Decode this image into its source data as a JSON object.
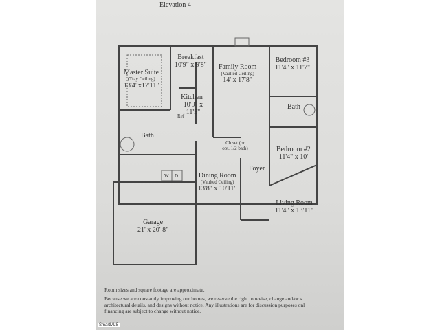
{
  "title": "Elevation 4",
  "rooms": [
    {
      "name": "Master Suite",
      "detail": "(Tray Ceiling)",
      "size": "13'4\"x17'11\""
    },
    {
      "name": "Breakfast",
      "size": "10'9\" x 9'8\""
    },
    {
      "name": "Family Room",
      "detail": "(Vaulted Ceiling)",
      "size": "14' x 17'8\""
    },
    {
      "name": "Bedroom #3",
      "size": "11'4\" x 11'7\""
    },
    {
      "name": "Kitchen",
      "size": "10'9\" x 11'5\""
    },
    {
      "name": "Bath"
    },
    {
      "name": "Bath"
    },
    {
      "name": "Bedroom #2",
      "size": "11'4\" x 10'"
    },
    {
      "name": "Closet (or opt. 1/2 bath)"
    },
    {
      "name": "Foyer"
    },
    {
      "name": "Dining Room",
      "detail": "(Vaulted Ceiling)",
      "size": "13'8\" x 10'11\""
    },
    {
      "name": "Living Room",
      "size": "11'4\" x 13'11\""
    },
    {
      "name": "Garage",
      "size": "21' x 20' 8\""
    }
  ],
  "appliances": {
    "washer": "W",
    "dryer": "D",
    "ref": "Ref"
  },
  "notes": [
    "Room sizes and square footage are approximate.",
    "Because we are constantly improving our homes, we reserve the right to revise, change and/or s",
    "architectural details, and designs without notice. Any illustrations are for discussion purposes onl",
    "financing are subject to change without notice."
  ],
  "watermark": "SmartMLS"
}
